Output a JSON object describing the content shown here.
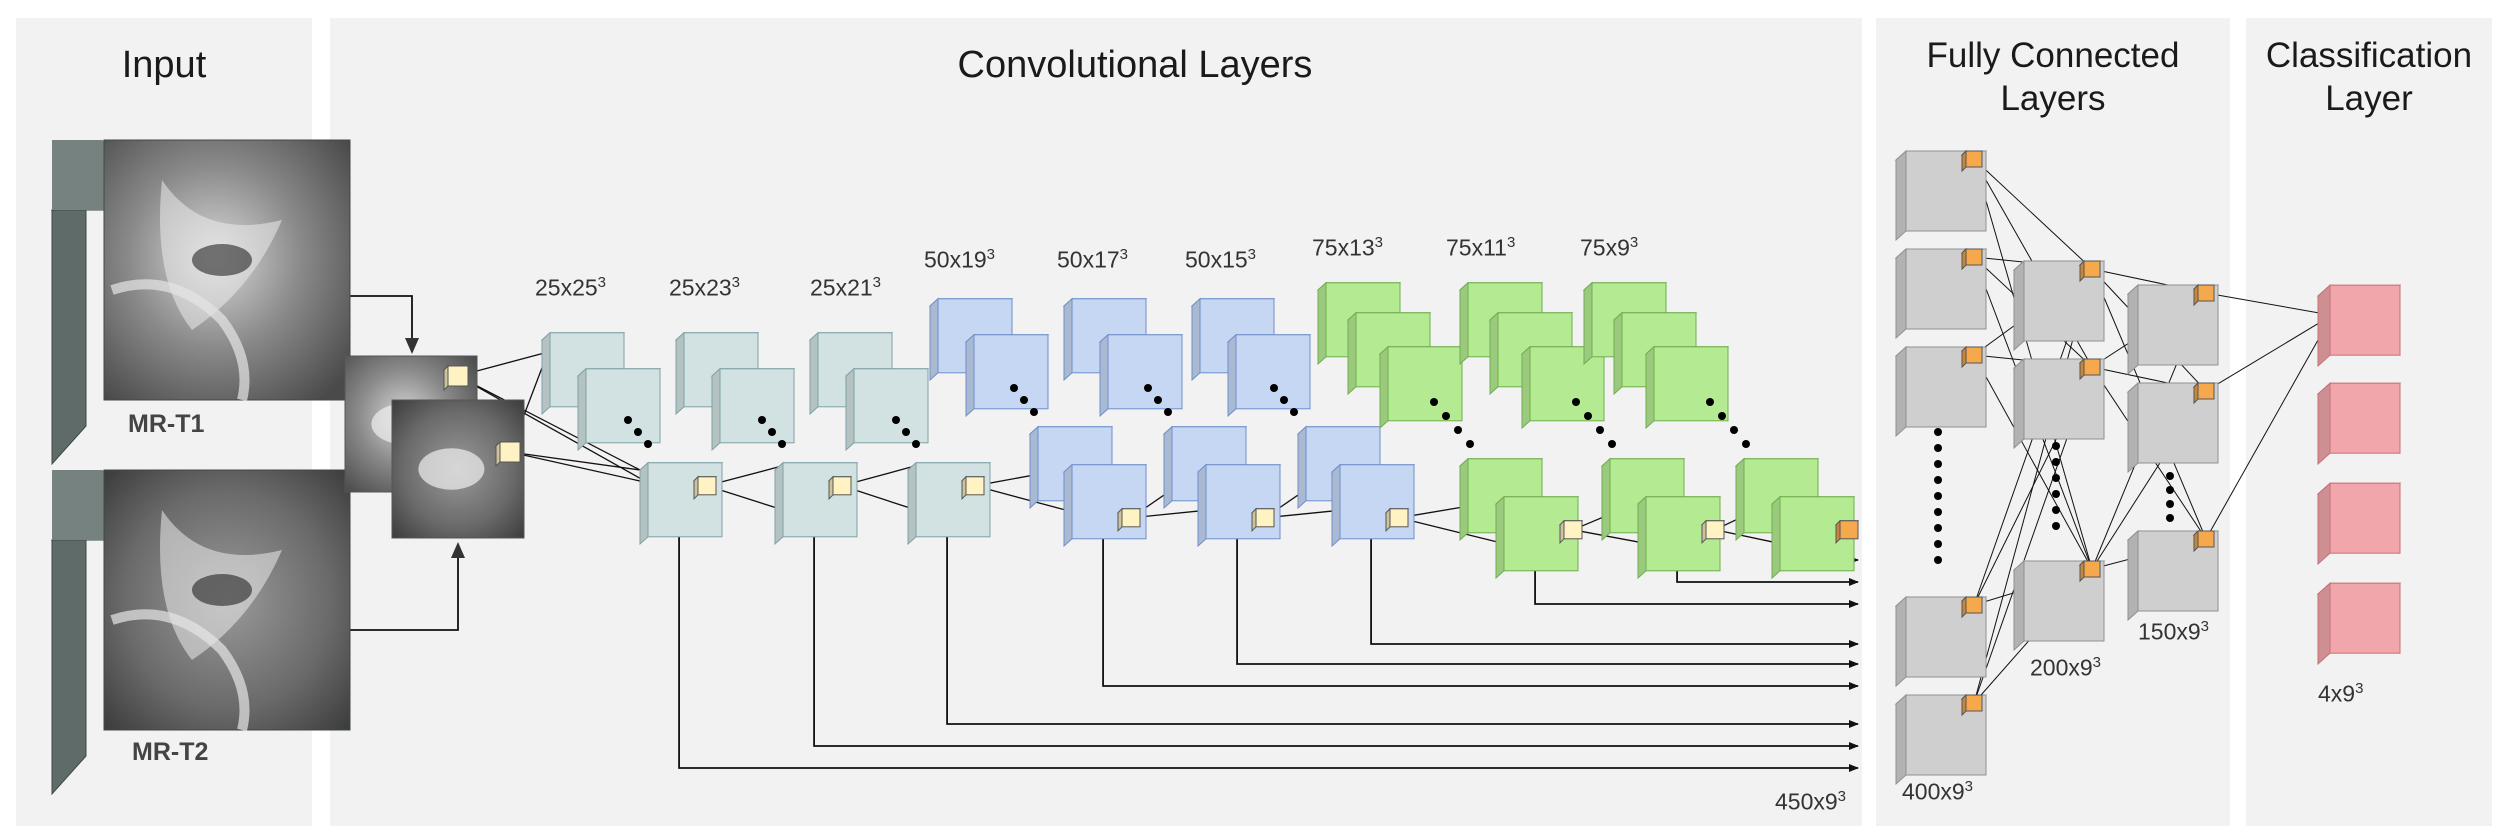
{
  "panels": {
    "input": "Input",
    "conv": "Convolutional Layers",
    "fc_line1": "Fully Connected",
    "fc_line2": "Layers",
    "cls_line1": "Classification",
    "cls_line2": "Layer"
  },
  "inputs": {
    "t1": "MR-T1",
    "t2": "MR-T2"
  },
  "layer_sizes": [
    {
      "base": "25x25",
      "exp": "3"
    },
    {
      "base": "25x23",
      "exp": "3"
    },
    {
      "base": "25x21",
      "exp": "3"
    },
    {
      "base": "50x19",
      "exp": "3"
    },
    {
      "base": "50x17",
      "exp": "3"
    },
    {
      "base": "50x15",
      "exp": "3"
    },
    {
      "base": "75x13",
      "exp": "3"
    },
    {
      "base": "75x11",
      "exp": "3"
    },
    {
      "base": "75x9",
      "exp": "3"
    }
  ],
  "concat_size": {
    "base": "450x9",
    "exp": "3"
  },
  "fc_sizes": [
    {
      "base": "400x9",
      "exp": "3"
    },
    {
      "base": "200x9",
      "exp": "3"
    },
    {
      "base": "150x9",
      "exp": "3"
    }
  ],
  "cls_size": {
    "base": "4x9",
    "exp": "3"
  },
  "colors": {
    "panel": "#f2f2f2",
    "teal": "#d2e2e2",
    "blue": "#c6d7f4",
    "green": "#b4ea92",
    "gray": "#cfcfcf",
    "red": "#f0a6aa",
    "kernel": "#f6a94c"
  }
}
